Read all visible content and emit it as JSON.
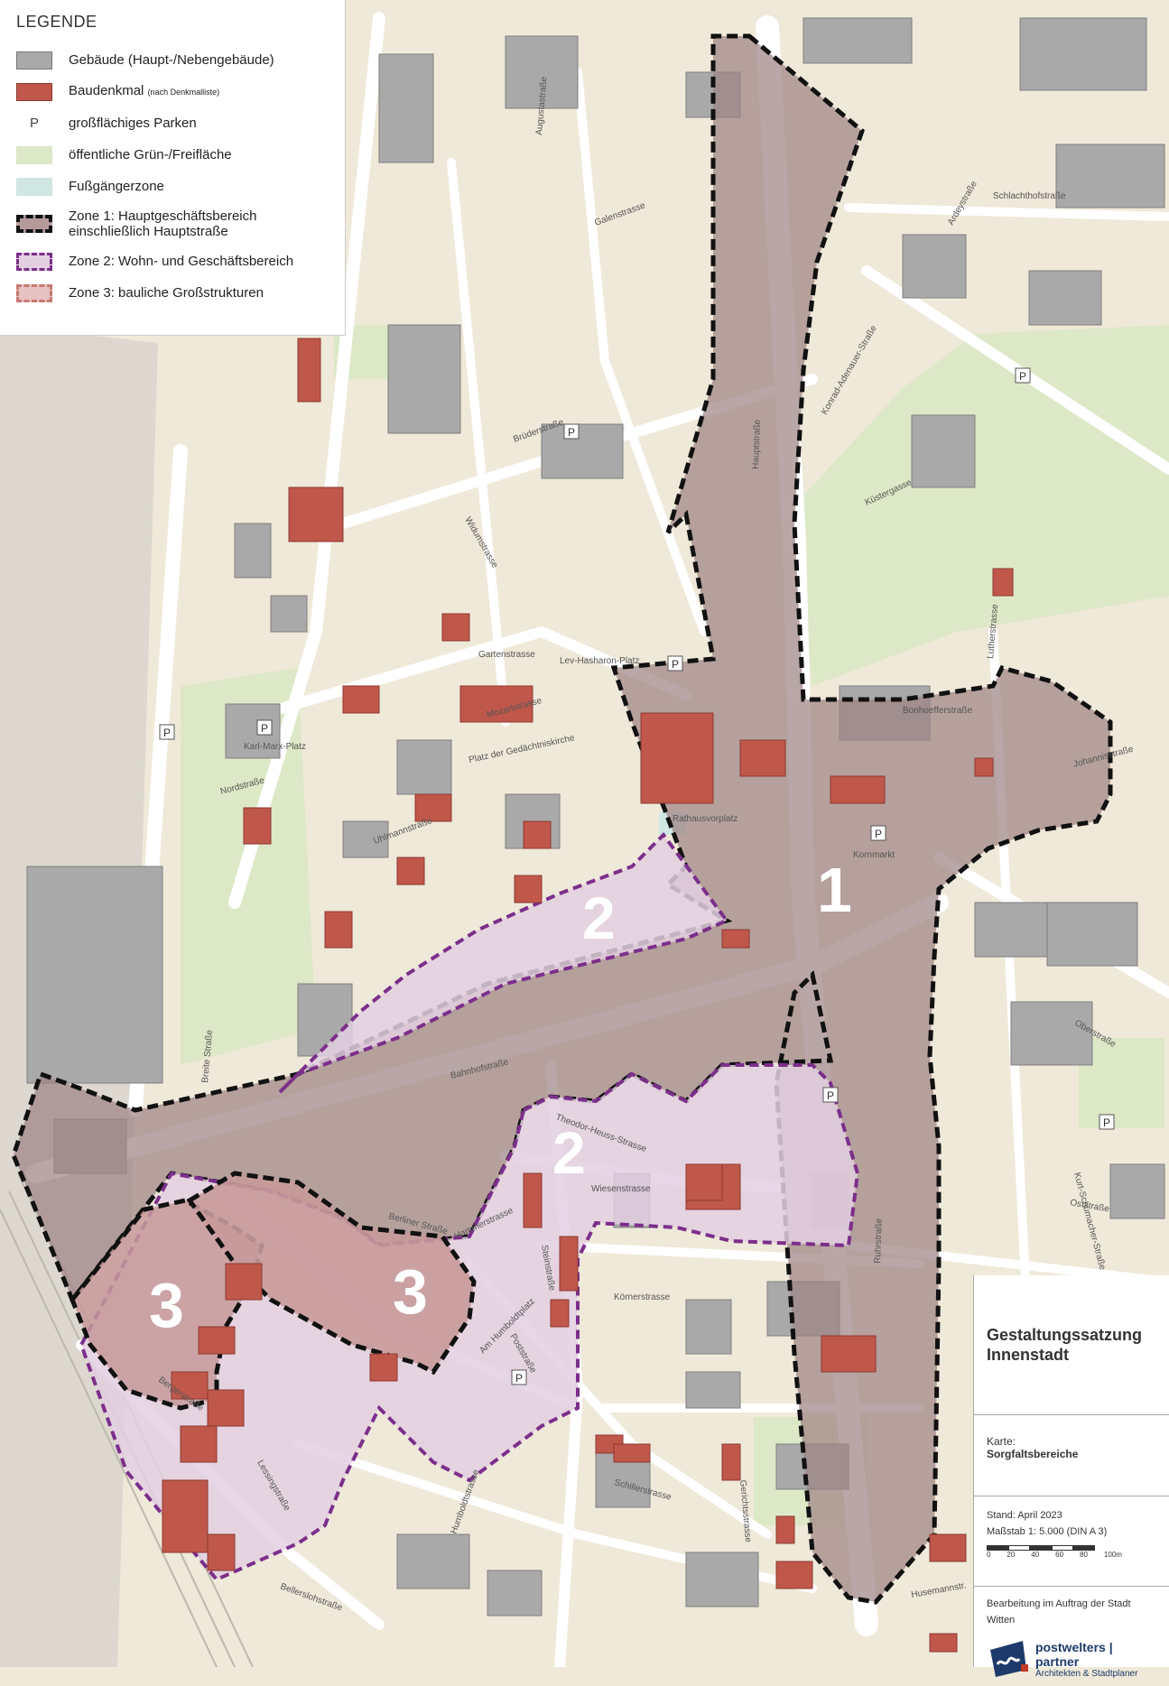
{
  "legend": {
    "title": "LEGENDE",
    "items": [
      {
        "label": "Gebäude (Haupt-/Nebengebäude)",
        "note": ""
      },
      {
        "label": "Baudenkmal",
        "note": "(nach Denkmalliste)"
      },
      {
        "label": "großflächiges Parken",
        "symbol": "P"
      },
      {
        "label": "öffentliche Grün-/Freifläche"
      },
      {
        "label": "Fußgängerzone"
      },
      {
        "label": "Zone 1: Hauptgeschäftsbereich einschließlich Hauptstraße"
      },
      {
        "label": "Zone 2: Wohn- und Geschäftsbereich"
      },
      {
        "label": "Zone 3: bauliche Großstrukturen"
      }
    ]
  },
  "zones": {
    "zone1": "1",
    "zone2": "2",
    "zone3": "3"
  },
  "streets": {
    "breite_strasse": "Breite Straße",
    "bahnhofstrasse": "Bahnhofstraße",
    "hauptstrasse": "Hauptstraße",
    "ruhrstrasse": "Ruhrstraße",
    "bergerstrasse": "Bergerstraße",
    "wiesenstrasse": "Wiesenstrasse",
    "berliner_strasse": "Berliner Straße",
    "oststrasse": "Oststraße",
    "oberstrasse": "Oberstraße",
    "augustastrasse": "Augustastraße",
    "galenstrasse": "Galenstrasse",
    "bruederstrasse": "Brüderstraße",
    "widumstrasse": "Widumstrasse",
    "gartenstrasse": "Gartenstrasse",
    "mozartstrasse": "Mozartstrasse",
    "uhlmannstrasse": "Uhlmannstraße",
    "steinstrasse": "Steinstraße",
    "poststrasse": "Poststraße",
    "koernerstrasse": "Körnerstrasse",
    "schillerstrasse": "Schillerstrasse",
    "lessingstrasse": "Lessingstraße",
    "hammerstrasse": "Hammerstrasse",
    "am_humboldtplatz": "Am Humboldtplatz",
    "johannisstrasse": "Johannisstraße",
    "bonhoefferstrasse": "Bonhoefferstraße",
    "ardeystrasse": "Ardeystraße",
    "schlachthofstrasse": "Schlachthofstraße",
    "luthterstrasse": "Lutherstrasse",
    "kuesterqasse": "Küstergasse",
    "konrad_adenauer": "Konrad-Adenauer-Straße",
    "rathausvorplatz": "Rathausvorplatz",
    "kornmarkt": "Kornmarkt",
    "lev_hasharon": "Lev-Hasharon-Platz",
    "platz_gedaechtniskirche": "Platz der Gedächtniskirche",
    "karl_marx": "Karl-Marx-Platz",
    "nordstrasse": "Nordstraße",
    "theodor_heuss": "Theodor-Heuss-Strasse",
    "kurt_schumacher": "Kurt-Schumacher-Straße",
    "husemannstr": "Husemannstr.",
    "gerichtsstrasse": "Gerichtsstrasse",
    "humboldtstrasse": "Humboldtstrasse",
    "bellerslohstrasse": "Bellerslohstraße"
  },
  "parking_symbol": "P",
  "title_block": {
    "title": "Gestaltungssatzung Innenstadt",
    "karte_label": "Karte:",
    "karte_value": "Sorgfaltsbereiche",
    "stand": "Stand: April 2023",
    "massstab": "Maßstab 1: 5.000 (DIN A 3)",
    "scale_ticks": [
      "0",
      "20",
      "40",
      "60",
      "80",
      "100m"
    ],
    "bearbeitung": "Bearbeitung im Auftrag der Stadt Witten",
    "firm_name": "postwelters | partner",
    "firm_sub": "Architekten & Stadtplaner"
  },
  "colors": {
    "background": "#efe9d9",
    "street": "#ffffff",
    "building": "#a9a9a9",
    "monument": "#c0574b",
    "green": "#dde8c6",
    "pedestrian": "#cfe6e3",
    "zone1_fill": "#9e8384",
    "zone2_fill": "#e3cfe0",
    "zone2_border": "#7b2f8a",
    "zone3_fill": "#c79a9a",
    "zone3_border": "#c47b73",
    "rail": "#d6d3cc",
    "logo_blue": "#1d3a6b"
  },
  "icons": {
    "scale": "scale-bar",
    "logo": "postwelters-logo-mark"
  }
}
